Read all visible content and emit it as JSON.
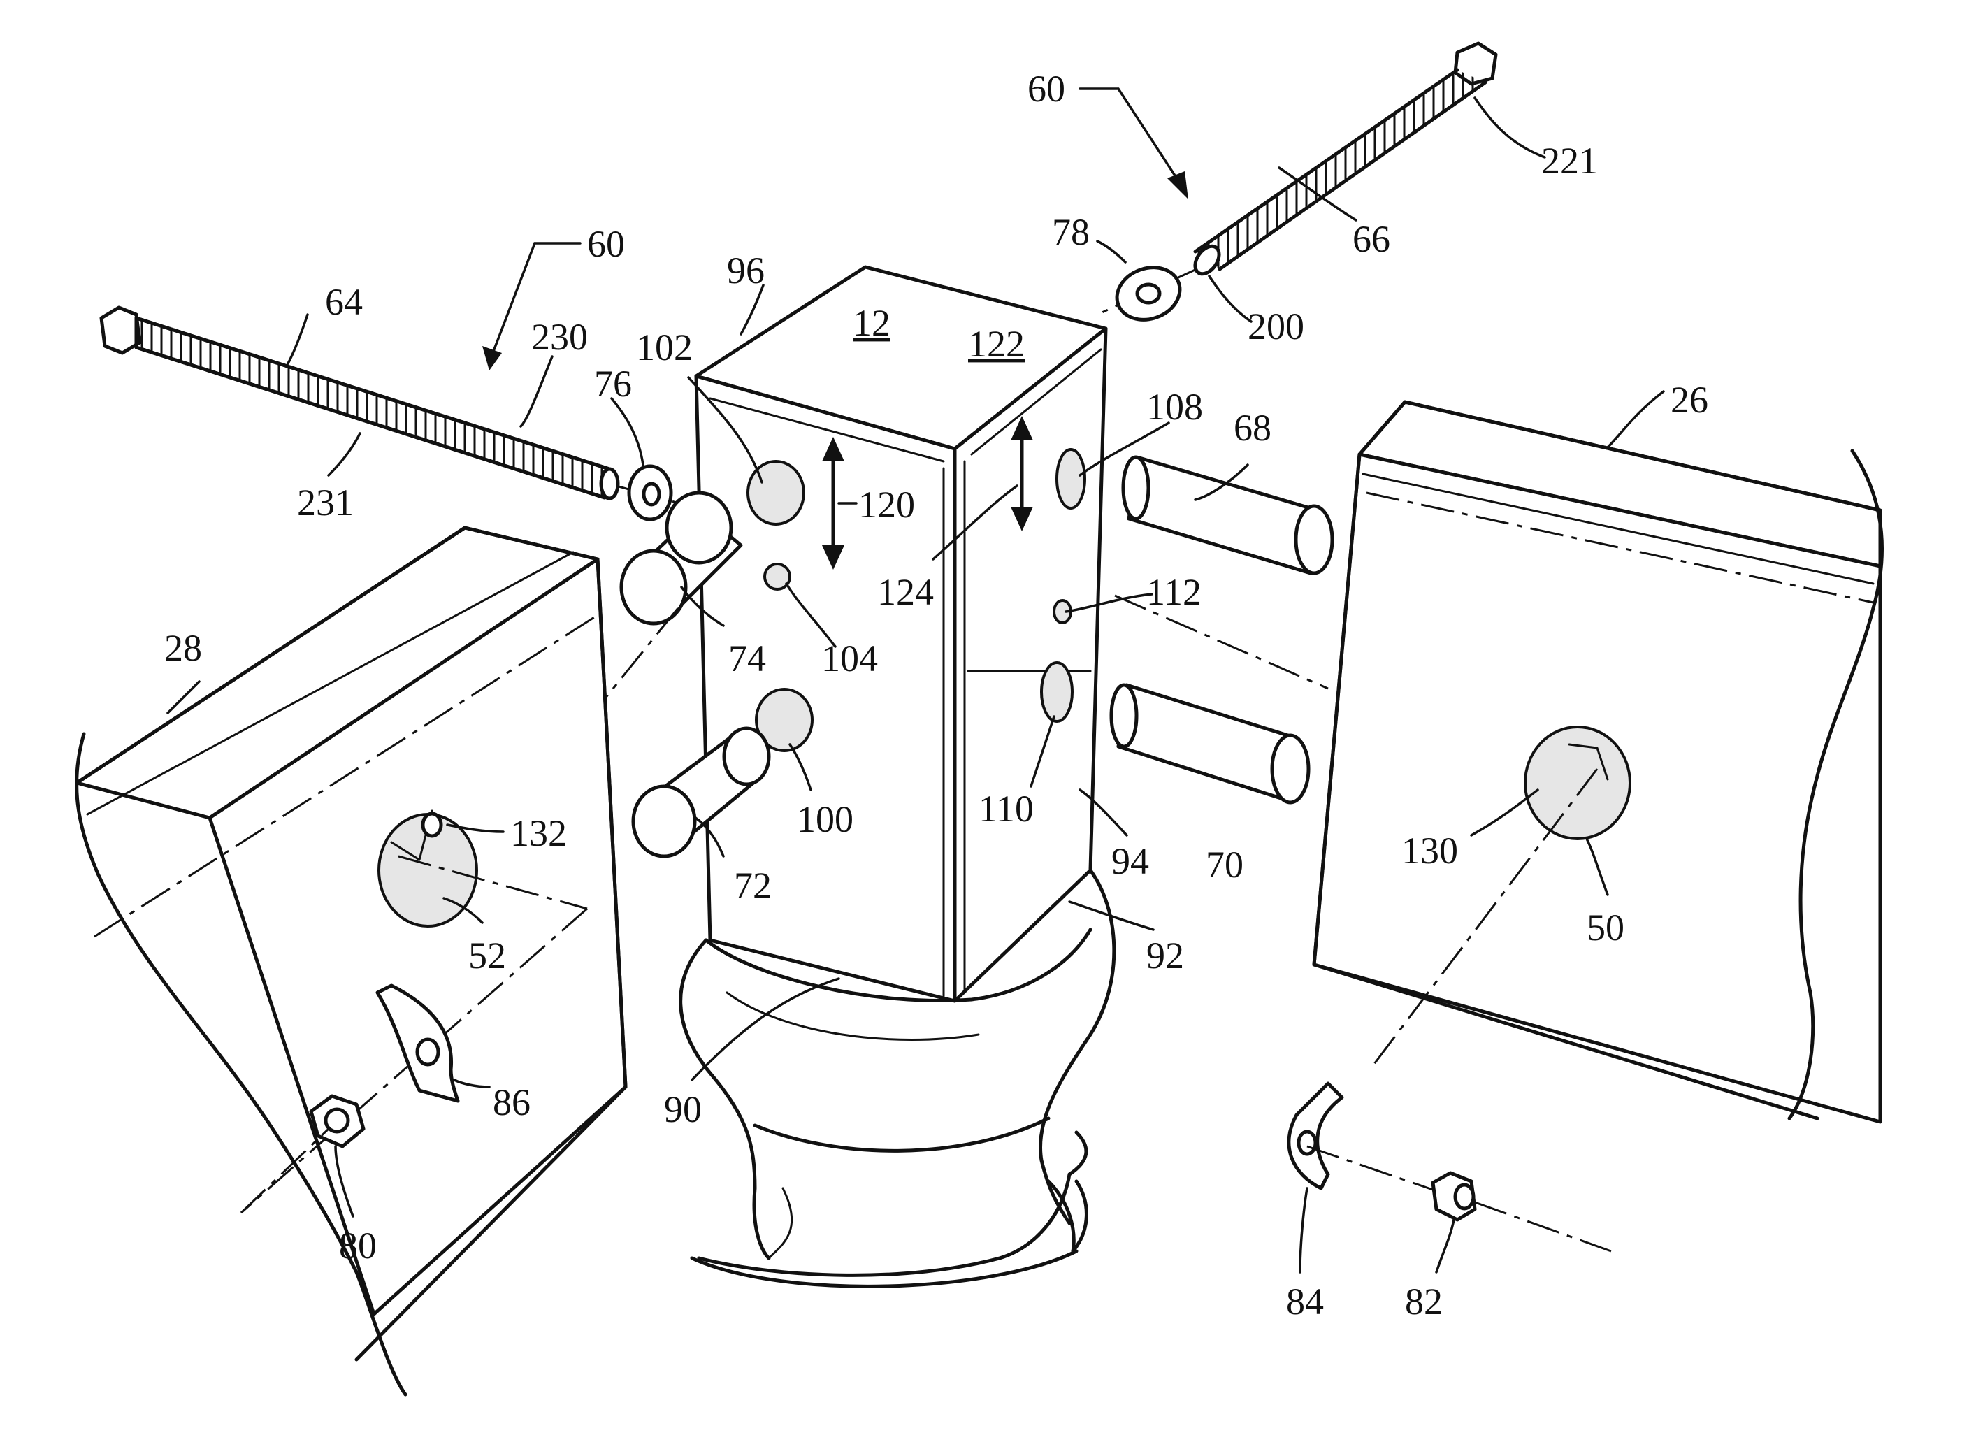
{
  "labels": {
    "l60_top": "60",
    "l60_left": "60",
    "l221": "221",
    "l66": "66",
    "l78": "78",
    "l200": "200",
    "l96": "96",
    "l12": "12",
    "l122": "122",
    "l64": "64",
    "l230": "230",
    "l76": "76",
    "l231": "231",
    "l102": "102",
    "l120": "120",
    "l108": "108",
    "l68": "68",
    "l26": "26",
    "l124": "124",
    "l104": "104",
    "l74": "74",
    "l112": "112",
    "l28": "28",
    "l100": "100",
    "l72": "72",
    "l110": "110",
    "l94": "94",
    "l70": "70",
    "l130": "130",
    "l132": "132",
    "l52": "52",
    "l50": "50",
    "l92": "92",
    "l90": "90",
    "l86": "86",
    "l80": "80",
    "l84": "84",
    "l82": "82"
  }
}
